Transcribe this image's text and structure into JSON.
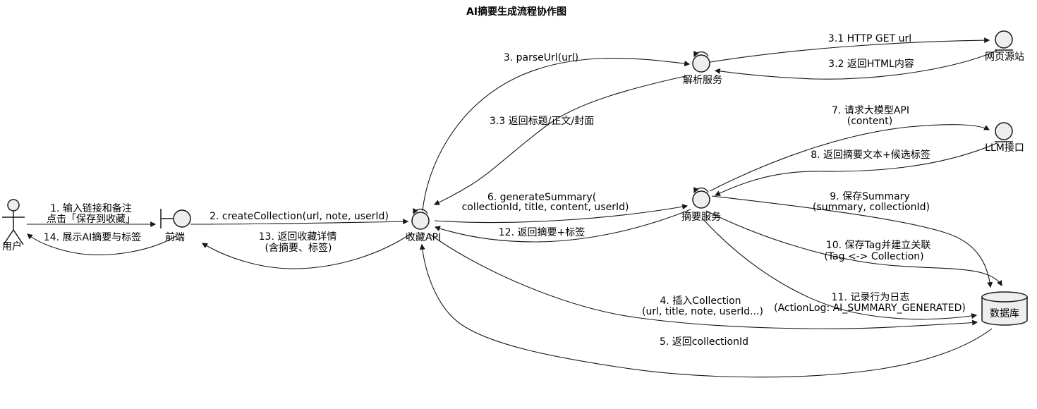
{
  "title": "AI摘要生成流程协作图",
  "colors": {
    "background": "#ffffff",
    "node_fill": "#eeeeee",
    "node_stroke": "#181818",
    "edge": "#181818",
    "text": "#000000"
  },
  "nodes": {
    "user": {
      "label": "用户"
    },
    "frontend": {
      "label": "前端"
    },
    "collection_api": {
      "label": "收藏API"
    },
    "parse_service": {
      "label": "解析服务"
    },
    "web_source": {
      "label": "网页源站"
    },
    "llm_api": {
      "label": "LLM接口"
    },
    "summary_service": {
      "label": "摘要服务"
    },
    "database": {
      "label": "数据库"
    }
  },
  "messages": {
    "m1": {
      "line1": "1. 输入链接和备注",
      "line2": "点击「保存到收藏」"
    },
    "m2": {
      "line1": "2. createCollection(url, note, userId)"
    },
    "m3": {
      "line1": "3. parseUrl(url)"
    },
    "m3_1": {
      "line1": "3.1 HTTP GET url"
    },
    "m3_2": {
      "line1": "3.2 返回HTML内容"
    },
    "m3_3": {
      "line1": "3.3 返回标题/正文/封面"
    },
    "m4": {
      "line1": "4. 插入Collection",
      "line2": "(url, title, note, userId...)"
    },
    "m5": {
      "line1": "5. 返回collectionId"
    },
    "m6": {
      "line1": "6. generateSummary(",
      "line2": "collectionId, title, content, userId)"
    },
    "m7": {
      "line1": "7. 请求大模型API",
      "line2": "(content)"
    },
    "m8": {
      "line1": "8. 返回摘要文本+候选标签"
    },
    "m9": {
      "line1": "9. 保存Summary",
      "line2": "(summary, collectionId)"
    },
    "m10": {
      "line1": "10. 保存Tag并建立关联",
      "line2": "(Tag <-> Collection)"
    },
    "m11": {
      "line1": "11. 记录行为日志",
      "line2": "(ActionLog: AI_SUMMARY_GENERATED)"
    },
    "m12": {
      "line1": "12. 返回摘要+标签"
    },
    "m13": {
      "line1": "13. 返回收藏详情",
      "line2": "(含摘要、标签)"
    },
    "m14": {
      "line1": "14. 展示AI摘要与标签"
    }
  }
}
